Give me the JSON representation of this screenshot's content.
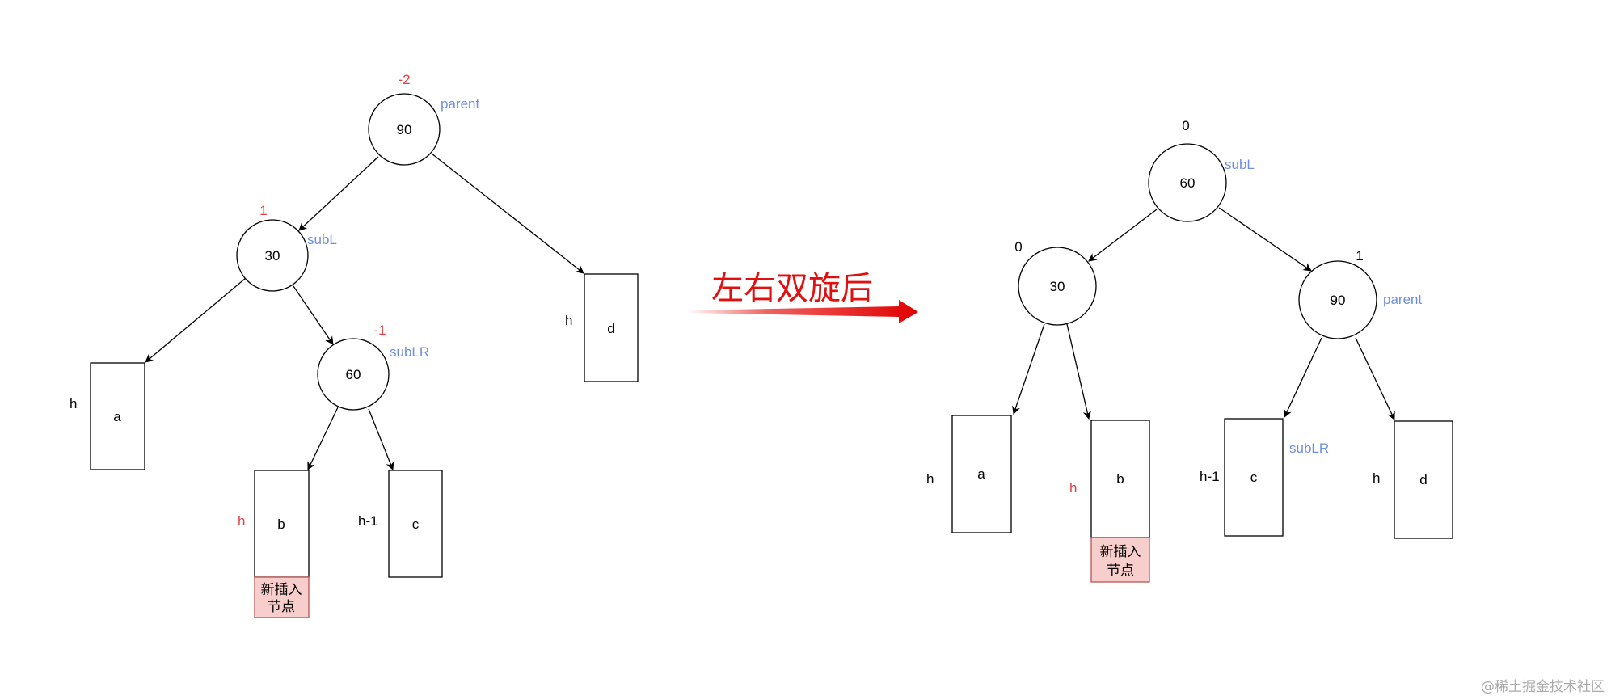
{
  "before": {
    "nodes": {
      "n90": "90",
      "n30": "30",
      "n60": "60"
    },
    "balances": {
      "n90": "-2",
      "n30": "1",
      "n60": "-1"
    },
    "roles": {
      "n90": "parent",
      "n30": "subL",
      "n60": "subLR"
    },
    "boxes": {
      "a": "a",
      "b": "b",
      "c": "c",
      "d": "d"
    },
    "heights": {
      "a": "h",
      "b": "h",
      "c": "h-1",
      "d": "h"
    },
    "inserted": {
      "line1": "新插入",
      "line2": "节点"
    }
  },
  "transition": {
    "label": "左右双旋后"
  },
  "after": {
    "nodes": {
      "n60": "60",
      "n30": "30",
      "n90": "90"
    },
    "balances": {
      "n60": "0",
      "n30": "0",
      "n90": "1"
    },
    "roles": {
      "n60": "subL",
      "n90": "parent",
      "c": "subLR"
    },
    "boxes": {
      "a": "a",
      "b": "b",
      "c": "c",
      "d": "d"
    },
    "heights": {
      "a": "h",
      "b": "h",
      "c": "h-1",
      "d": "h"
    },
    "inserted": {
      "line1": "新插入",
      "line2": "节点"
    }
  },
  "watermark": "@稀土掘金技术社区",
  "colors": {
    "balance_red": "#e04040",
    "role_blue": "#6f8fdc",
    "arrow_red": "#e01010",
    "inserted_fill": "#f8cecc"
  }
}
